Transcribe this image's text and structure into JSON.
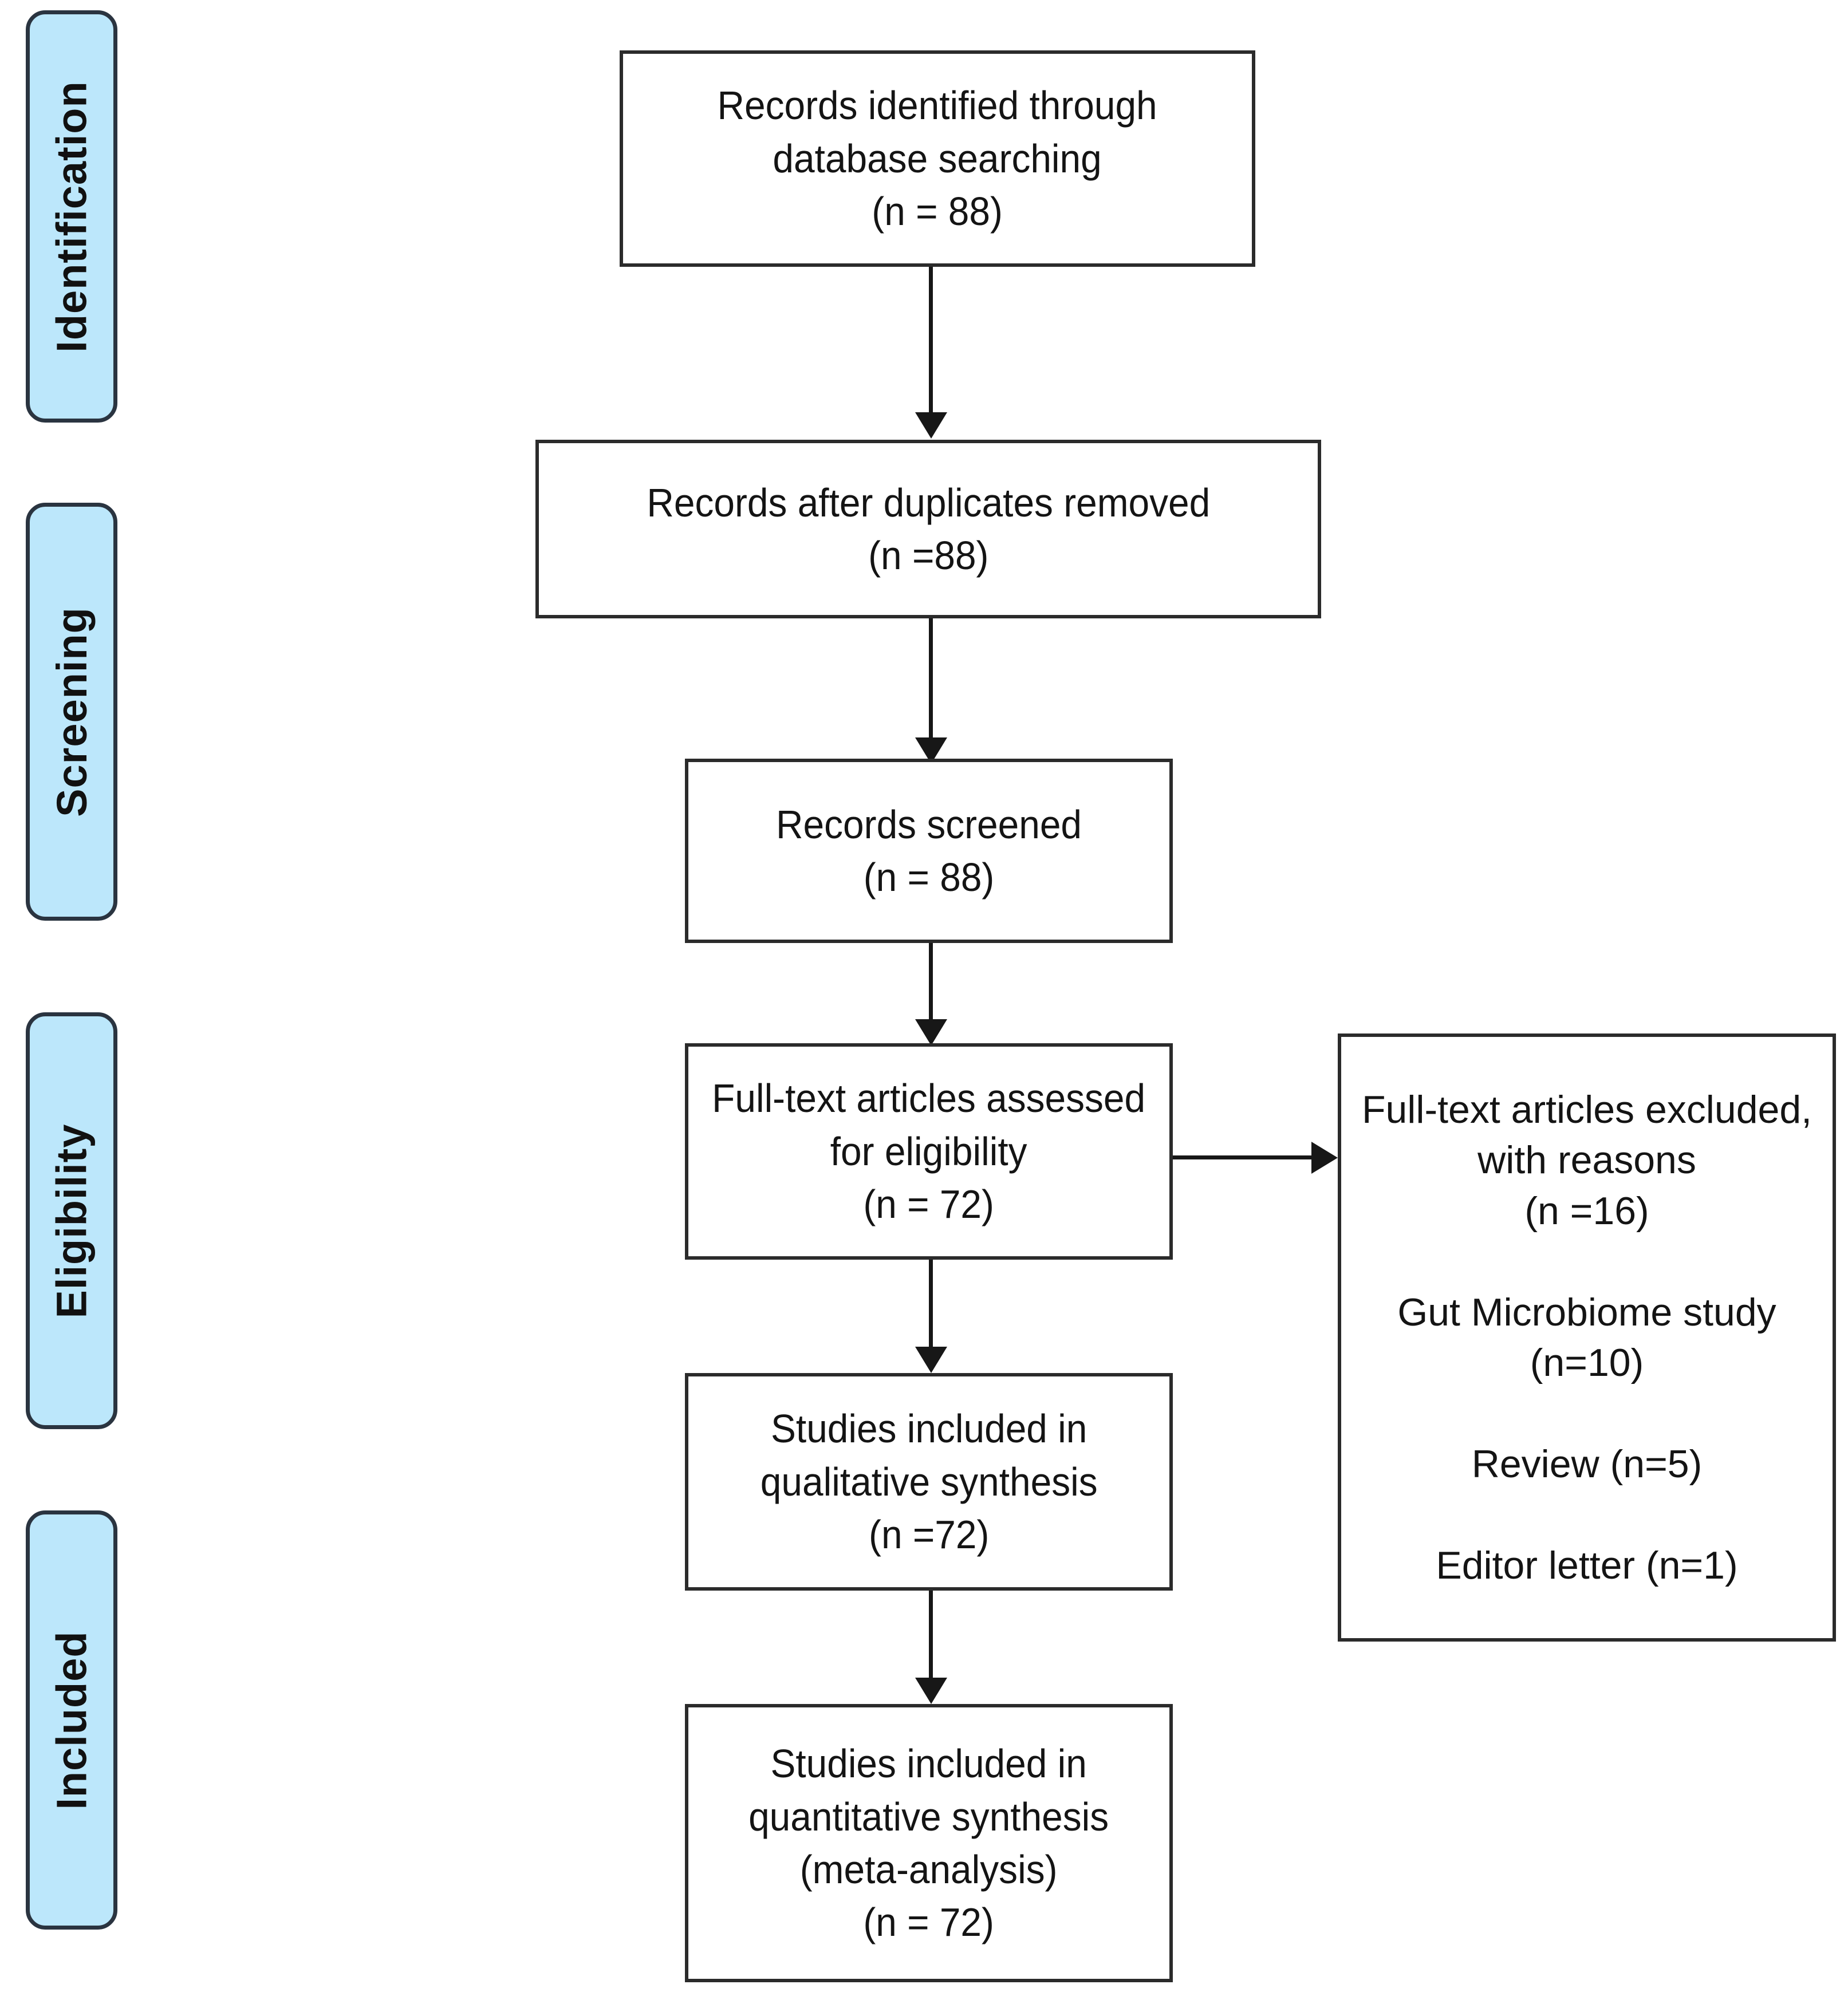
{
  "diagram": {
    "type": "PRISMA flow diagram",
    "colors": {
      "stage_pill_fill": "#BCE7FB",
      "stage_pill_border": "#2A3440",
      "box_fill": "#FFFFFF",
      "box_border": "#2B2B2B",
      "connector": "#171717",
      "text": "#141414"
    },
    "stages": [
      {
        "id": "identification",
        "label": "Identification"
      },
      {
        "id": "screening",
        "label": "Screening"
      },
      {
        "id": "eligibility",
        "label": "Eligibility"
      },
      {
        "id": "included",
        "label": "Included"
      }
    ],
    "boxes": [
      {
        "id": "records-identified",
        "text": "Records identified through\ndatabase searching\n(n = 88)",
        "n": 88
      },
      {
        "id": "records-after-duplicates",
        "text": "Records after duplicates removed\n(n =88)",
        "n": 88
      },
      {
        "id": "records-screened",
        "text": "Records screened\n(n = 88)",
        "n": 88
      },
      {
        "id": "full-text-assessed",
        "text": "Full-text articles assessed\nfor eligibility\n(n = 72)",
        "n": 72
      },
      {
        "id": "qualitative-synthesis",
        "text": "Studies included in\nqualitative synthesis\n(n =72)",
        "n": 72
      },
      {
        "id": "quantitative-synthesis",
        "text": "Studies included in\nquantitative synthesis\n(meta-analysis)\n(n = 72)",
        "n": 72
      },
      {
        "id": "full-text-excluded",
        "text": "Full-text articles excluded,\nwith reasons\n(n =16)\n\nGut Microbiome study\n(n=10)\n\nReview (n=5)\n\nEditor letter (n=1)",
        "n": 16,
        "reasons": [
          {
            "label": "Gut Microbiome study",
            "n": 10
          },
          {
            "label": "Review",
            "n": 5
          },
          {
            "label": "Editor letter",
            "n": 1
          }
        ]
      }
    ],
    "connectors": [
      {
        "id": "arrow-identified-to-duplicates",
        "kind": "down"
      },
      {
        "id": "arrow-duplicates-to-screened",
        "kind": "down"
      },
      {
        "id": "arrow-screened-to-fulltext",
        "kind": "down"
      },
      {
        "id": "arrow-fulltext-to-excluded",
        "kind": "right"
      },
      {
        "id": "arrow-fulltext-to-qualitative",
        "kind": "down"
      },
      {
        "id": "arrow-qualitative-to-quantitative",
        "kind": "down"
      }
    ]
  }
}
